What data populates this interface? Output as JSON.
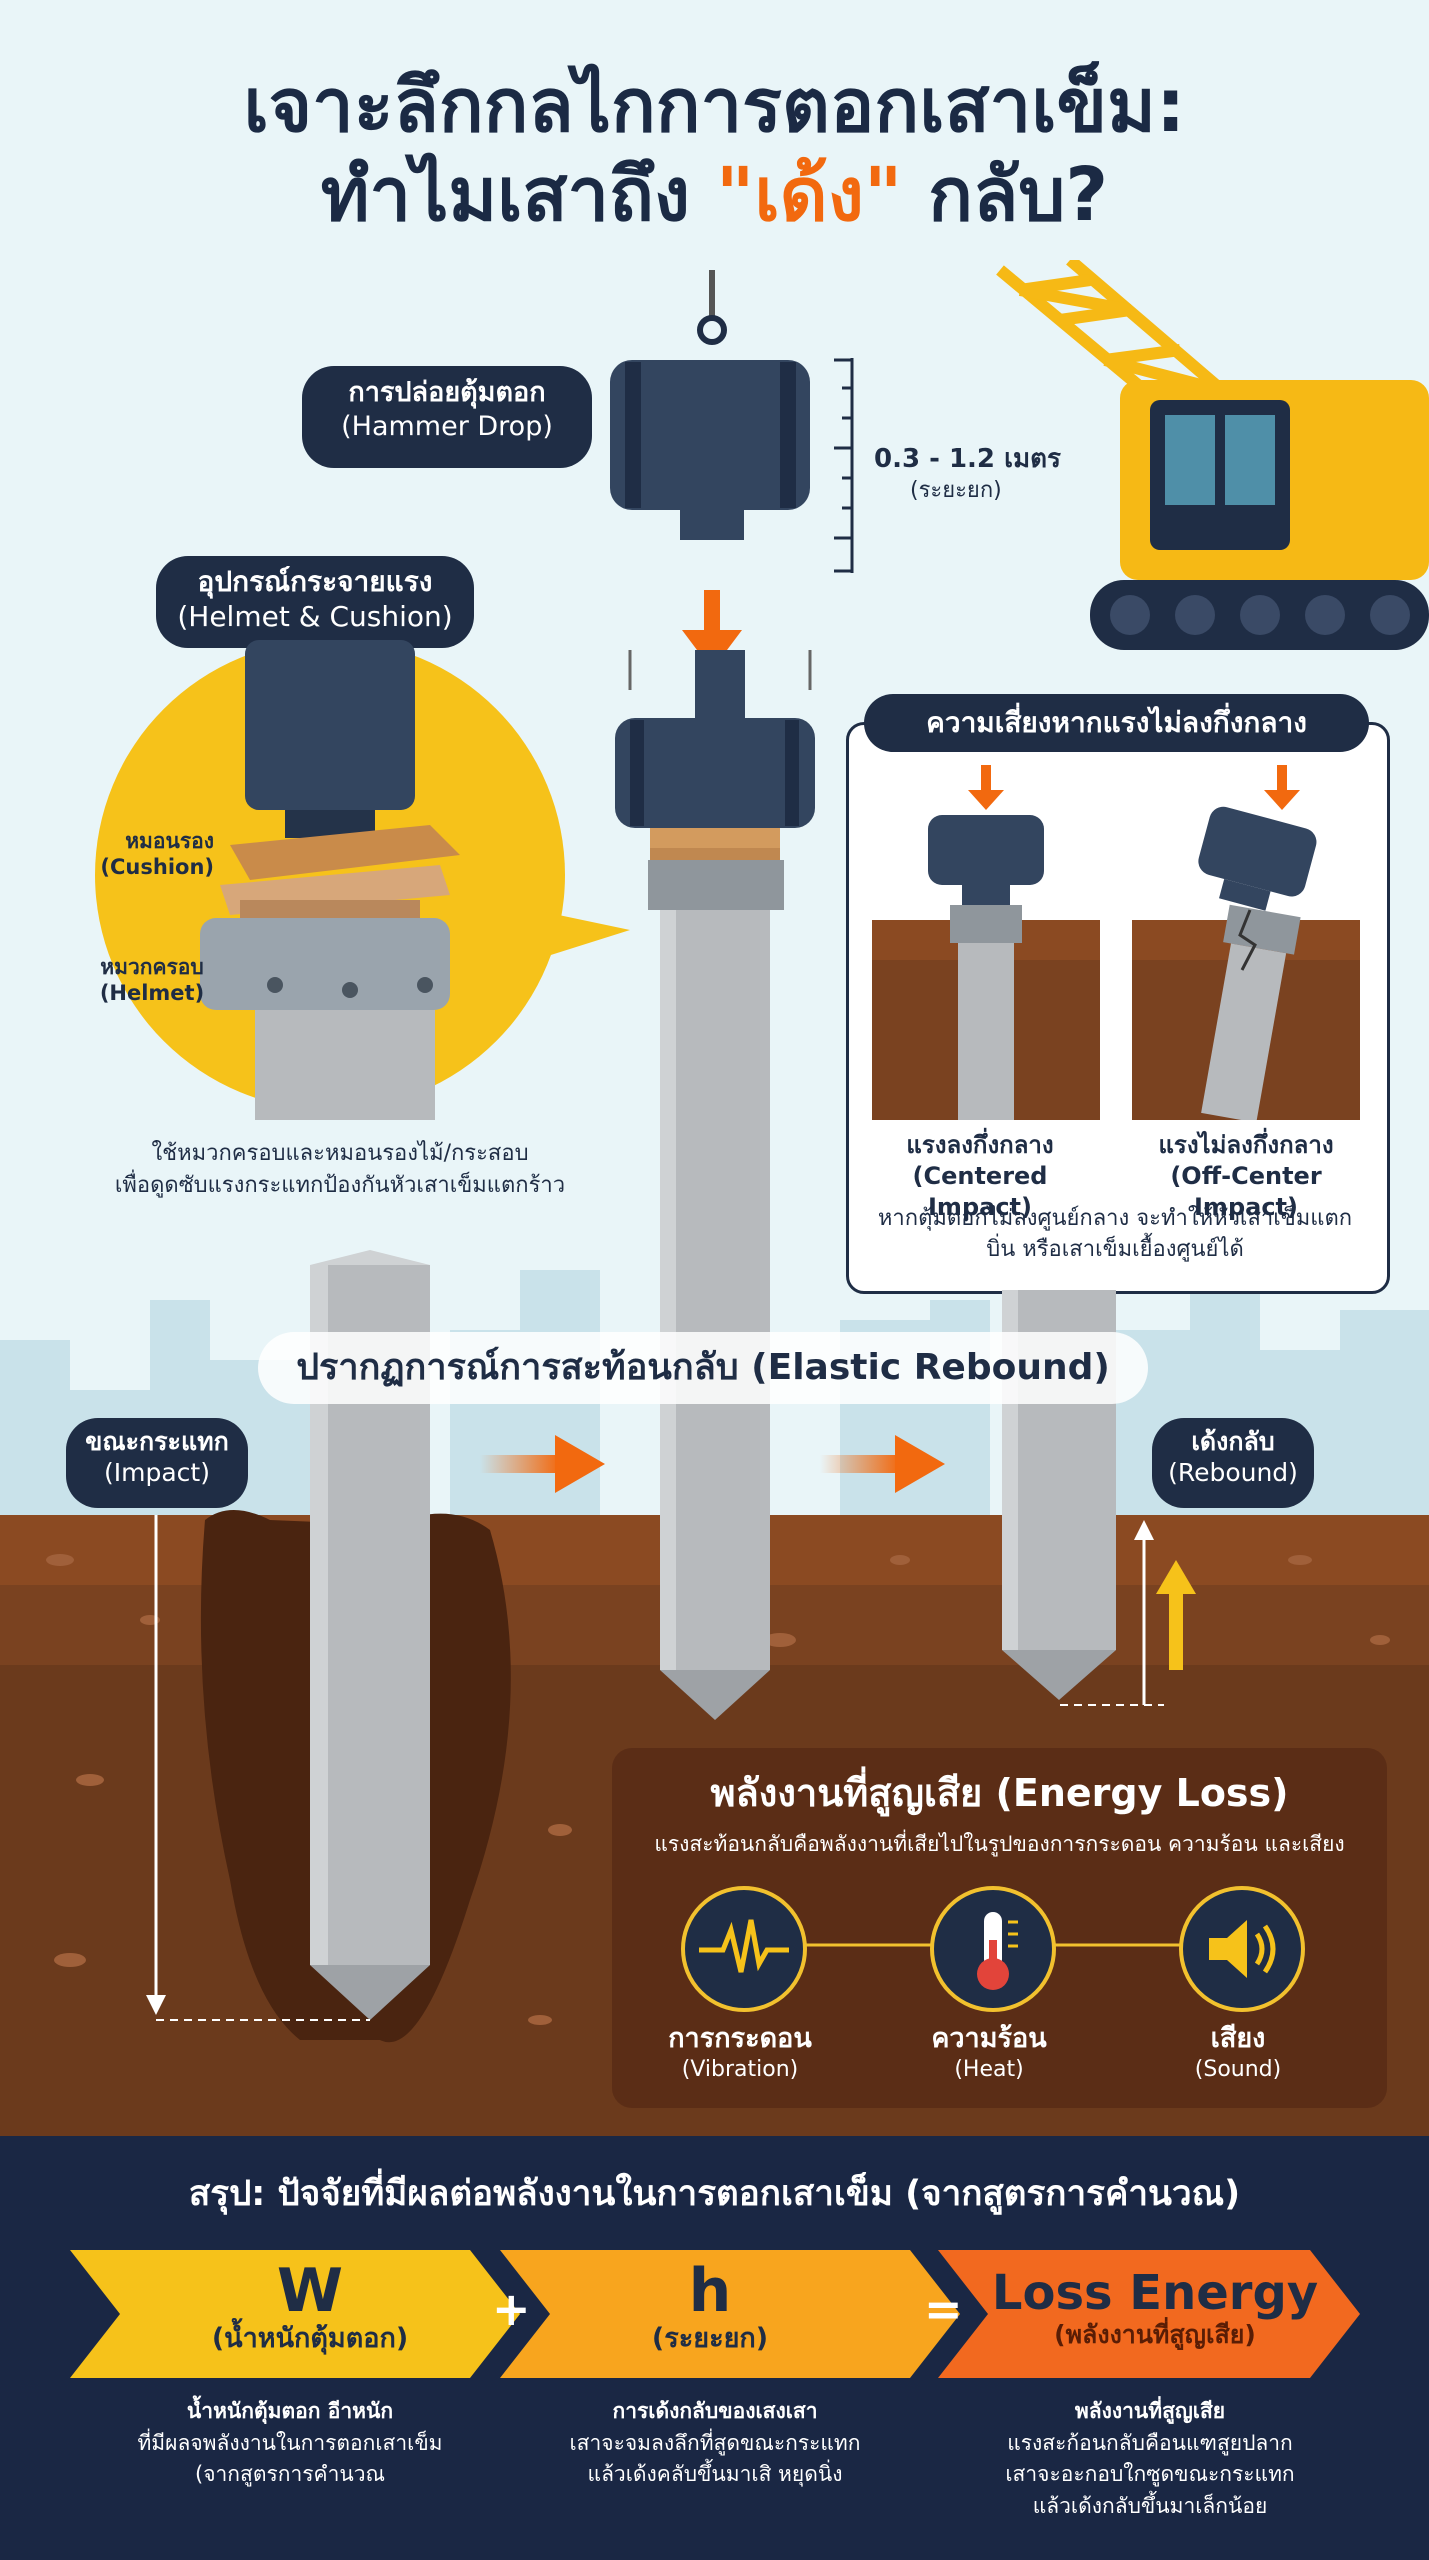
{
  "title": {
    "line1": "เจาะลึกกลไกการตอกเสาเข็ม:",
    "line2_pre": "ทำไมเสาถึง ",
    "line2_highlight": "\"เด้ง\"",
    "line2_post": " กลับ?"
  },
  "hammer_drop": {
    "label_th": "การปล่อยตุ้มตอก",
    "label_en": "(Hammer Drop)",
    "height_value": "0.3 - 1.2 เมตร",
    "height_label": "(ระยะยก)"
  },
  "helmet": {
    "title_th": "อุปกรณ์กระจายแรง",
    "title_en": "(Helmet & Cushion)",
    "cushion_th": "หมอนรอง",
    "cushion_en": "(Cushion)",
    "helmet_th": "หมวกครอบ",
    "helmet_en": "(Helmet)",
    "desc_line1": "ใช้หมวกครอบและหมอนรองไม้/กระสอบ",
    "desc_line2": "เพื่อดูดซับแรงกระแทกป้องกันหัวเสาเข็มแตกร้าว"
  },
  "risk": {
    "title": "ความเสี่ยงหากแรงไม่ลงกึ่งกลาง",
    "centered_th": "แรงลงกึ่งกลาง",
    "centered_en": "(Centered Impact)",
    "offcenter_th": "แรงไม่ลงกึ่งกลาง",
    "offcenter_en": "(Off-Center Impact)",
    "desc_line1": "หากตุ้มตอกไม่ลงศูนย์กลาง จะทำให้หัวเสาเข็มแตก",
    "desc_line2": "บิ่น หรือเสาเข็มเยื้องศูนย์ได้"
  },
  "rebound": {
    "banner": "ปรากฏการณ์การสะท้อนกลับ (Elastic Rebound)",
    "impact_th": "ขณะกระแทก",
    "impact_en": "(Impact)",
    "rebound_th": "เด้งกลับ",
    "rebound_en": "(Rebound)"
  },
  "energy": {
    "title": "พลังงานที่สูญเสีย (Energy Loss)",
    "subtitle": "แรงสะท้อนกลับคือพลังงานที่เสียไปในรูปของการกระดอน ความร้อน และเสียง",
    "items": [
      {
        "th": "การกระดอน",
        "en": "(Vibration)",
        "icon": "vibration-icon"
      },
      {
        "th": "ความร้อน",
        "en": "(Heat)",
        "icon": "thermometer-icon"
      },
      {
        "th": "เสียง",
        "en": "(Sound)",
        "icon": "speaker-icon"
      }
    ]
  },
  "summary": {
    "title": "สรุป: ปัจจัยที่มีผลต่อพลังงานในการตอกเสาเข็ม (จากสูตรการคำนวณ)",
    "plus": "+",
    "equals": "=",
    "factors": [
      {
        "symbol": "W",
        "label": "(น้ำหนักตุ้มตอก)",
        "desc": [
          "น้ำหนักตุ้มตอก อีาหนัก",
          "ที่มีผลจพลังงานในการตอกเสาเข็ม",
          "(จากสูตรการคำนวณ"
        ]
      },
      {
        "symbol": "h",
        "label": "(ระยะยก)",
        "desc": [
          "การเด้งกลับของเสงเสา",
          "เสาจะจมลงลึกที่สูดขณะกระแทก",
          "แล้วเด้งคลับขึ้นมาเสิ หยุดนิ่ง"
        ]
      },
      {
        "symbol": "Loss Energy",
        "label": "(พลังงานที่สูญเสีย)",
        "desc": [
          "พลังงานที่สูญเสีย",
          "แรงสะก้อนกลับคือนแฑสูยปลาก",
          "เสาจะอะกอบใกซูดขณะกระแทก",
          "แล้วเด้งกลับขึ้นมาเล็กน้อย"
        ]
      }
    ]
  },
  "colors": {
    "navy": "#1f2d45",
    "accent_orange": "#f2690f",
    "accent_yellow": "#f6c21a",
    "soil": "#6b3a1c"
  }
}
